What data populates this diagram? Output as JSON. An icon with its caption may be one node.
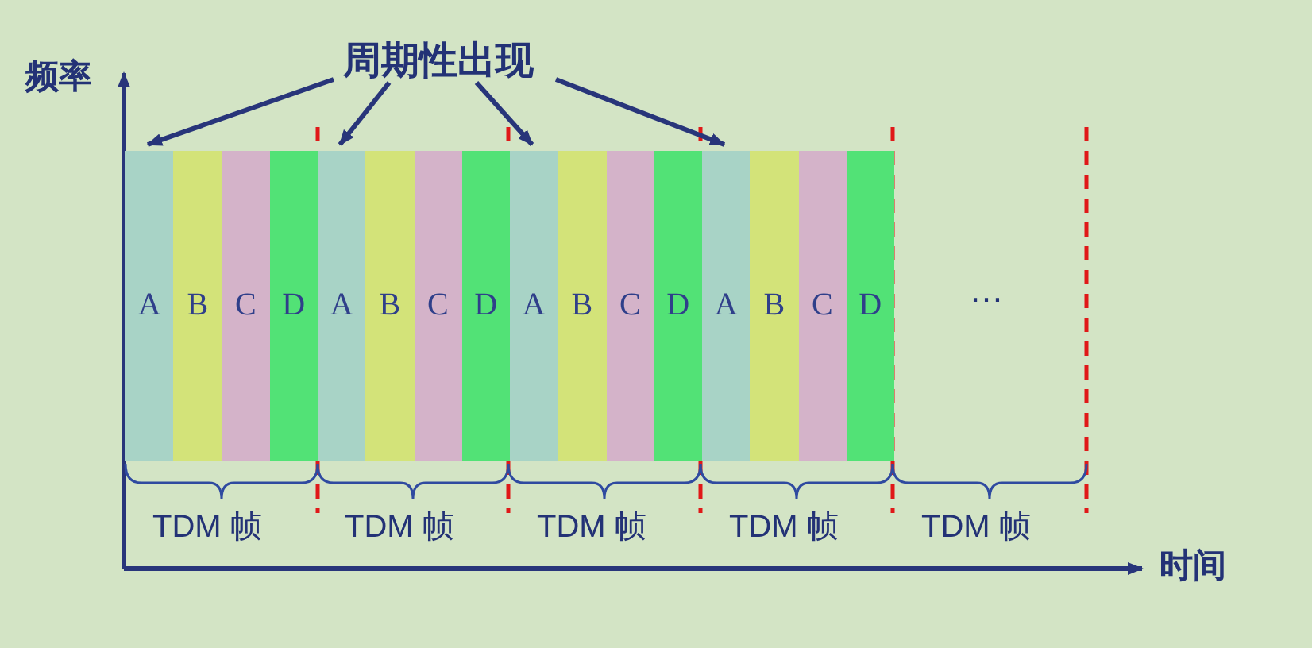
{
  "diagram": {
    "nodes": [
      {
        "text": [
          "周期性出现"
        ]
      },
      {
        "text": [
          "A"
        ]
      },
      {
        "text": [
          "B"
        ]
      },
      {
        "text": [
          "C"
        ]
      },
      {
        "text": [
          "D"
        ]
      },
      {
        "text": [
          "A"
        ]
      },
      {
        "text": [
          "B"
        ]
      },
      {
        "text": [
          "C"
        ]
      },
      {
        "text": [
          "D"
        ]
      },
      {
        "text": [
          "A"
        ]
      },
      {
        "text": [
          "B"
        ]
      },
      {
        "text": [
          "C"
        ]
      },
      {
        "text": [
          "D"
        ]
      },
      {
        "text": [
          "A"
        ]
      },
      {
        "text": [
          "B"
        ]
      },
      {
        "text": [
          "C"
        ]
      },
      {
        "text": [
          "D"
        ]
      }
    ],
    "edges": [
      {
        "from": 0,
        "to": 1,
        "arrow": "to"
      },
      {
        "from": 0,
        "to": 5,
        "arrow": "to"
      },
      {
        "from": 0,
        "to": 9,
        "arrow": "to"
      },
      {
        "from": 0,
        "to": 13,
        "arrow": "to"
      }
    ],
    "labels": [
      "频率",
      "…",
      "TDM 帧",
      "TDM 帧",
      "TDM 帧",
      "TDM 帧",
      "TDM 帧",
      "时间"
    ]
  }
}
